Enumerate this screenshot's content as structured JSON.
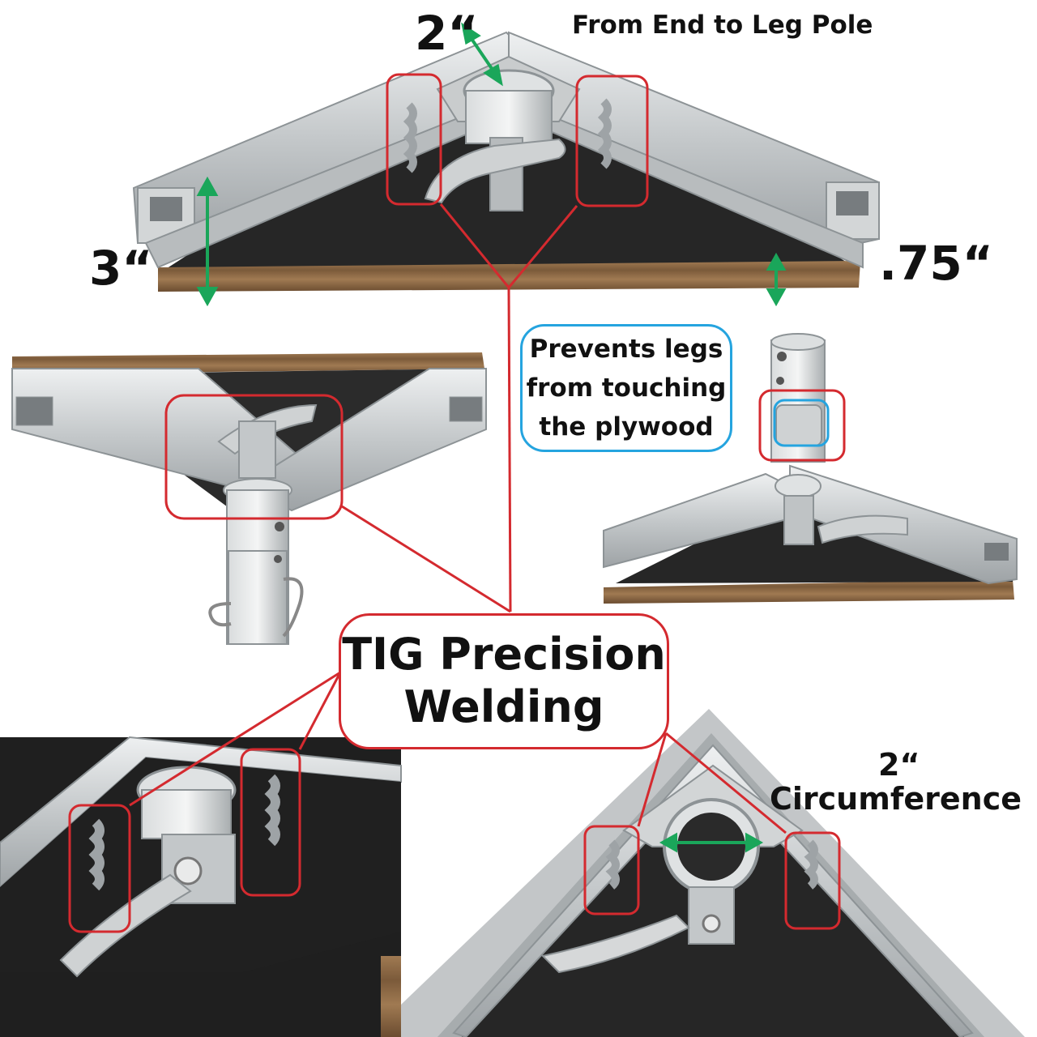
{
  "labels": {
    "top_dimension": "2“",
    "top_caption": "From End to Leg Pole",
    "left_dimension": "3“",
    "right_dimension": ".75“",
    "circumference_value": "2“",
    "circumference_caption": "Circumference"
  },
  "callouts": {
    "plywood_note": [
      "Prevents legs",
      "from touching",
      "the plywood"
    ],
    "welding": [
      "TIG Precision",
      "Welding"
    ]
  },
  "colors": {
    "highlight_red": "#d42a2f",
    "note_blue": "#25a4df",
    "measure_green": "#1aa65a",
    "aluminum": "#c9cccd",
    "plywood_face": "#2a2a2a",
    "plywood_edge": "#8a6a48"
  }
}
